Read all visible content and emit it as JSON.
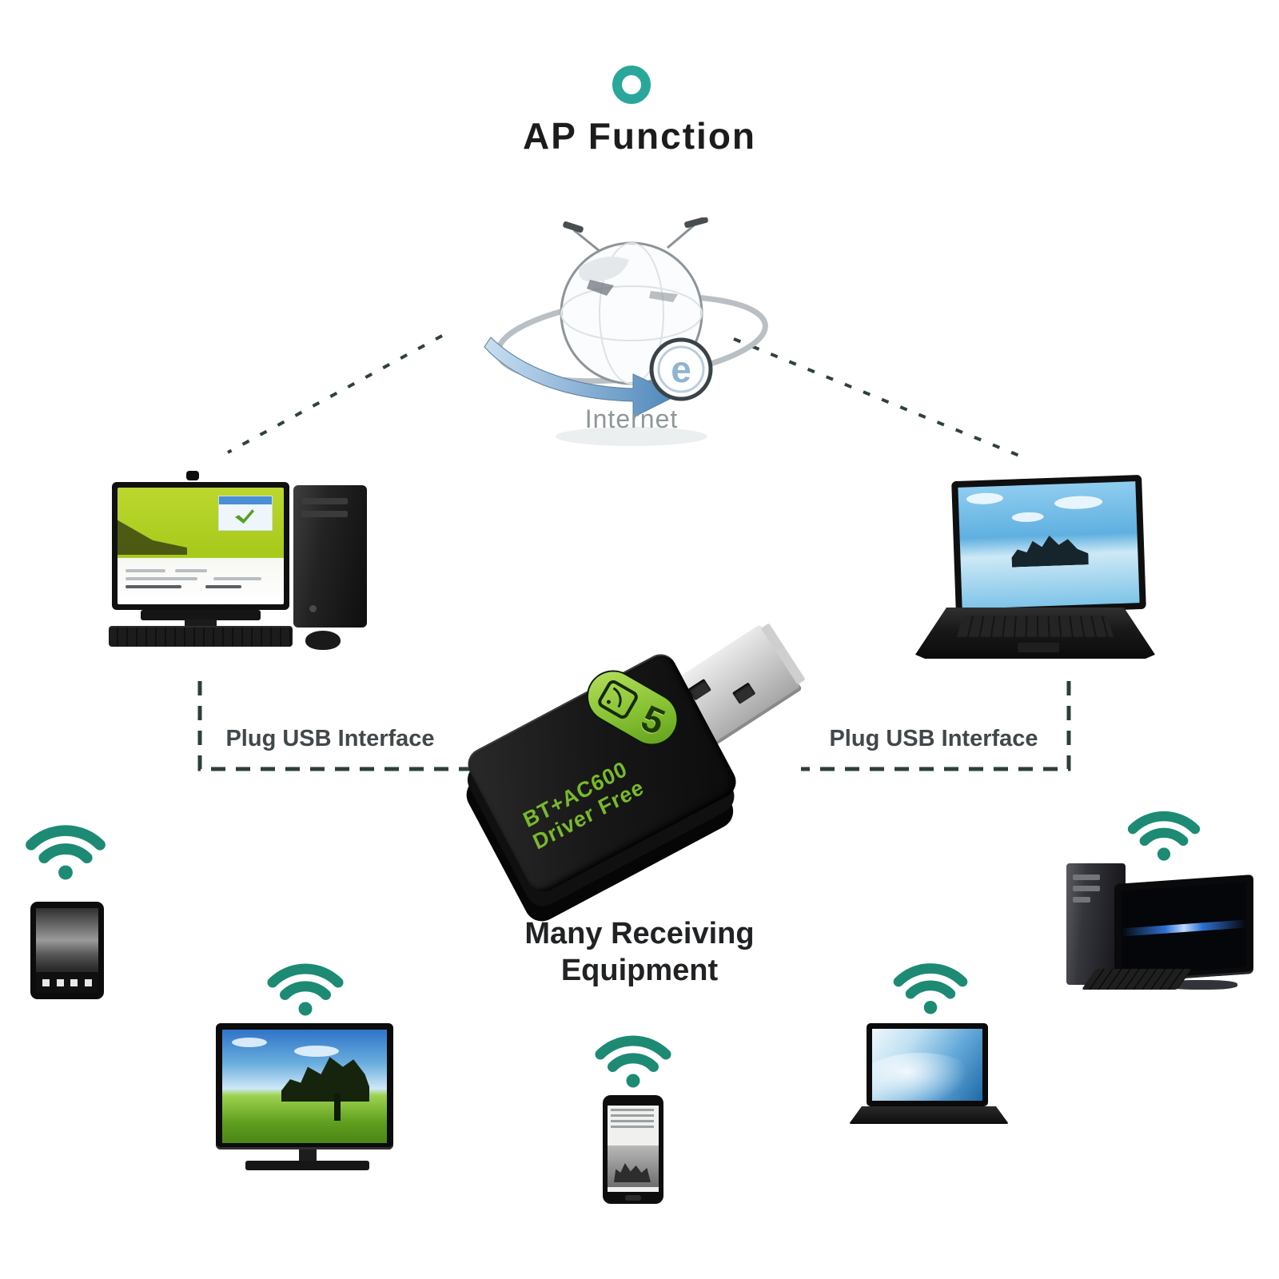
{
  "colors": {
    "accent_teal": "#2aa79a",
    "wifi_teal": "#1d8a74",
    "dash_line": "#2c3f3b",
    "title_text": "#1c1c1c",
    "muted_text": "#8e9699",
    "usb_label_text": "#42474a",
    "adapter_print_green": "#79b92c",
    "adapter_pill_green": "#86c232"
  },
  "header": {
    "title": "AP Function"
  },
  "internet": {
    "label": "Internet",
    "badge_letter": "e"
  },
  "usb_labels": {
    "left": "Plug USB Interface",
    "right": "Plug USB Interface"
  },
  "adapter": {
    "wifi_badge_number": "5",
    "print_line1": "BT+AC600",
    "print_line2": "Driver Free"
  },
  "receiving": {
    "line1": "Many Receiving",
    "line2": "Equipment"
  },
  "icons": {
    "top": "teal-ring",
    "hub": "internet-globe",
    "source_left": "desktop-computer",
    "source_right": "laptop",
    "receivers": [
      "wifi-tablet",
      "wifi-smart-tv",
      "wifi-smartphone",
      "wifi-laptop",
      "wifi-desktop-computer"
    ]
  }
}
